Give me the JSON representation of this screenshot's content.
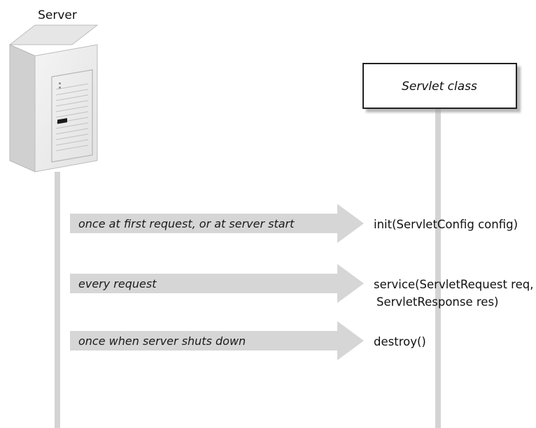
{
  "server": {
    "label": "Server"
  },
  "servlet_class": {
    "label": "Servlet class"
  },
  "calls": [
    {
      "when": "once at first request, or at server start",
      "method_lines": [
        "init(ServletConfig config)"
      ]
    },
    {
      "when": "every request",
      "method_lines": [
        "service(ServletRequest req,",
        "ServletResponse res)"
      ]
    },
    {
      "when": "once when server shuts down",
      "method_lines": [
        "destroy()"
      ]
    }
  ],
  "colors": {
    "lifeline": "#d4d4d4",
    "arrow": "#d6d6d6",
    "box_border": "#222222",
    "cabinet_front": "#efefef",
    "cabinet_side": "#d2d2d2",
    "cabinet_top": "#e4e4e4"
  }
}
